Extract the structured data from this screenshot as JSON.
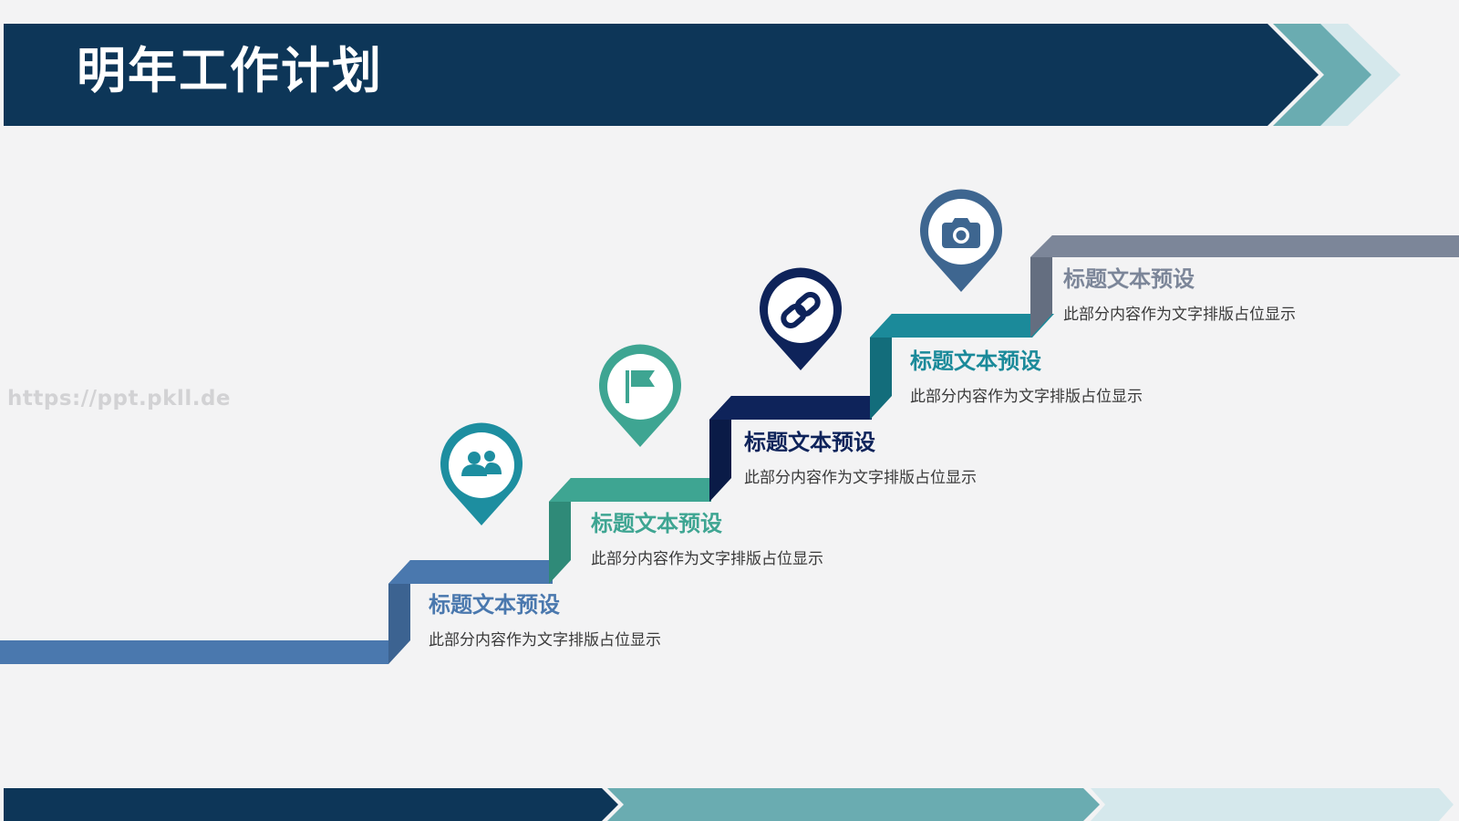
{
  "header": {
    "title": "明年工作计划"
  },
  "watermark": "https://ppt.pkll.de",
  "colors": {
    "dark_navy": "#0d3658",
    "teal": "#6aacb1",
    "light_teal": "#d5e8ec",
    "background": "#f3f3f4"
  },
  "steps": [
    {
      "title": "标题文本预设",
      "desc": "此部分内容作为文字排版占位显示",
      "color": "#4a78ae",
      "icon": "users-icon"
    },
    {
      "title": "标题文本预设",
      "desc": "此部分内容作为文字排版占位显示",
      "color": "#3ea592",
      "icon": "flag-icon"
    },
    {
      "title": "标题文本预设",
      "desc": "此部分内容作为文字排版占位显示",
      "color": "#0e235a",
      "icon": "link-icon"
    },
    {
      "title": "标题文本预设",
      "desc": "此部分内容作为文字排版占位显示",
      "color": "#1b8a9a",
      "icon": "camera-icon"
    },
    {
      "title": "标题文本预设",
      "desc": "此部分内容作为文字排版占位显示",
      "color": "#7c8699",
      "icon": null
    }
  ],
  "pins": [
    {
      "color": "#1d8ea0",
      "icon": "users-icon"
    },
    {
      "color": "#3ea592",
      "icon": "flag-icon"
    },
    {
      "color": "#0e235a",
      "icon": "link-icon"
    },
    {
      "color": "#3e6690",
      "icon": "camera-icon"
    }
  ]
}
